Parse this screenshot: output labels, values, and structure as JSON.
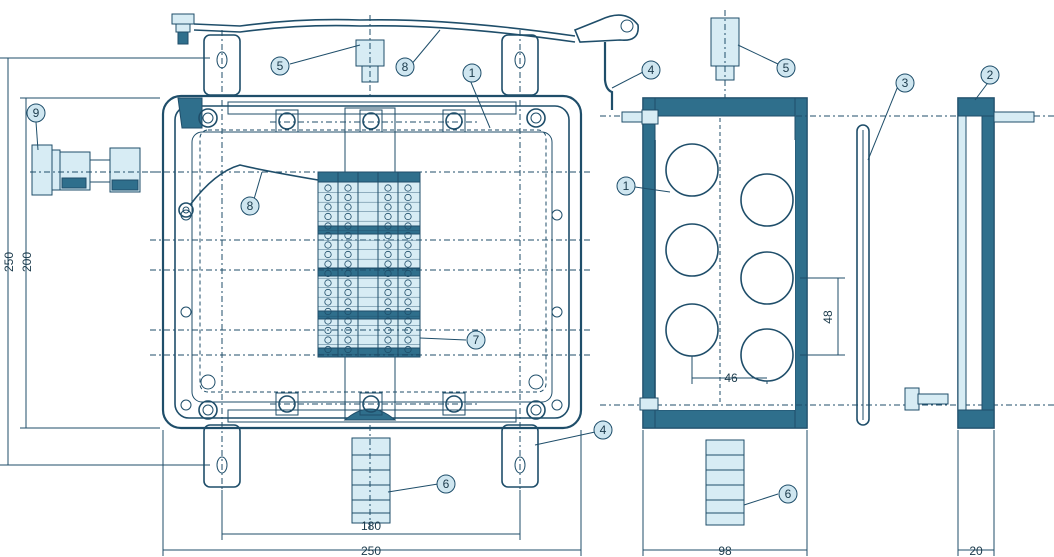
{
  "dimensions": {
    "overall_height": "250",
    "inner_height": "200",
    "mounting_width": "180",
    "overall_width": "250",
    "depth": "98",
    "lid_thickness": "20",
    "hole_vertical_spacing": "48",
    "hole_horizontal_spacing": "46"
  },
  "callouts": {
    "c1": "1",
    "c2": "2",
    "c3": "3",
    "c4": "4",
    "c5": "5",
    "c6": "6",
    "c7": "7",
    "c8": "8",
    "c9": "9"
  },
  "colors": {
    "line": "#1f4e6a",
    "fill_dark": "#2f6f8c",
    "fill_light": "#d7ecf4"
  }
}
